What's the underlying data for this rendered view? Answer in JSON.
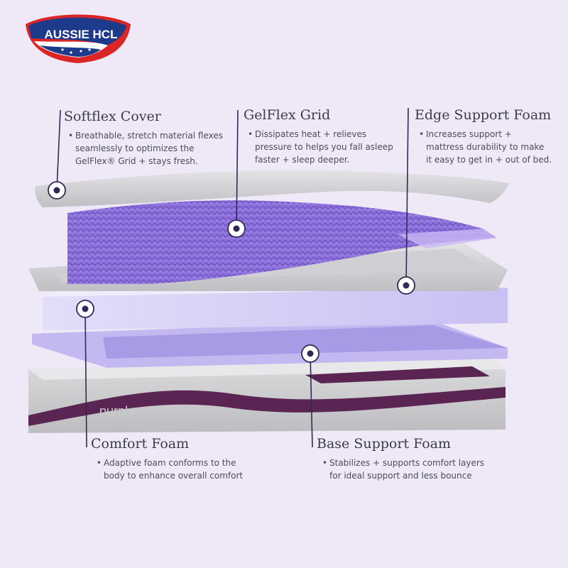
{
  "brand": {
    "logo_text": "AUSSIE HCL",
    "colors": {
      "blue": "#1e3a8a",
      "red": "#dc2626",
      "white": "#ffffff"
    }
  },
  "mattress_brand_mark": "purple",
  "callouts": {
    "softflex": {
      "title": "Softflex Cover",
      "lines": [
        "Breathable, stretch material flexes",
        "seamlessly to optimizes the",
        "GelFlex® Grid + stays fresh."
      ]
    },
    "gelflex": {
      "title": "GelFlex Grid",
      "lines": [
        "Dissipates heat + relieves",
        "pressure to helps you fall asleep",
        "faster + sleep deeper."
      ]
    },
    "edge": {
      "title": "Edge Support Foam",
      "lines": [
        "Increases support +",
        "mattress durability to make",
        "it easy to get in + out of bed."
      ]
    },
    "comfort": {
      "title": "Comfort Foam",
      "lines": [
        "Adaptive foam conforms to the",
        "body to enhance overall comfort"
      ]
    },
    "base": {
      "title": "Base Support Foam",
      "lines": [
        "Stabilizes + supports comfort layers",
        "for ideal support and less bounce"
      ]
    }
  },
  "colors": {
    "background": "#efe9f7",
    "accent_line": "#2f2a55",
    "grid_purple": "#8b6fd8",
    "foam_lavender": "#cfc6f5",
    "cover_gray": "#d9d9dc",
    "base_stripe": "#5a2453"
  }
}
